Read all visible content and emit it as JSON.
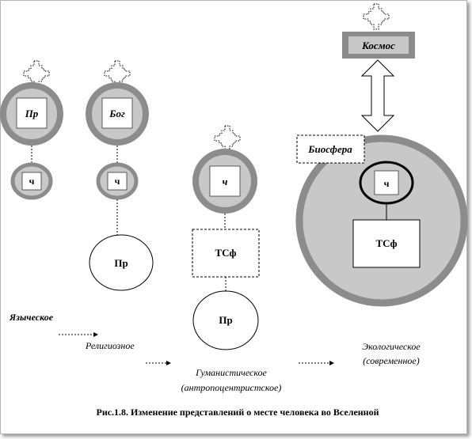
{
  "nodes": {
    "pr_top": "Пр",
    "bog": "Бог",
    "ch1": "ч",
    "ch2": "ч",
    "ch3": "ч",
    "ch4": "ч",
    "pr_religious": "Пр",
    "tsf_humanist": "ТСф",
    "pr_humanist": "Пр",
    "kosmos": "Космос",
    "biosfera": "Биосфера",
    "tsf_eco": "ТСф"
  },
  "stages": {
    "pagan": "Языческое",
    "religious": "Религиозное",
    "humanist_1": "Гуманистическое",
    "humanist_2": "(антропоцентристское)",
    "eco_1": "Экологическое",
    "eco_2": "(современное)"
  },
  "caption": "Рис.1.8. Изменение представлений о месте человека во Вселенной",
  "colors": {
    "ring": "#8c8c8c",
    "fill": "#c8c8c8",
    "box": "#ffffff",
    "line": "#000000"
  }
}
